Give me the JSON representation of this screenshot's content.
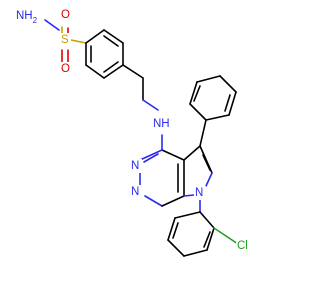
{
  "colors": {
    "background": "#ffffff",
    "carbon_bond": "#000000",
    "nitrogen": "#2a2af0",
    "oxygen": "#e00000",
    "sulfur": "#c8a000",
    "chlorine": "#1fa01f"
  },
  "atoms": {
    "nh2": "NH",
    "nh2_sub": "2",
    "s": "S",
    "o_top": "O",
    "o_bottom": "O",
    "nh": "NH",
    "n_ring_top": "N",
    "n_ring_bottom": "N",
    "n_pyrrole": "N",
    "cl": "Cl"
  }
}
